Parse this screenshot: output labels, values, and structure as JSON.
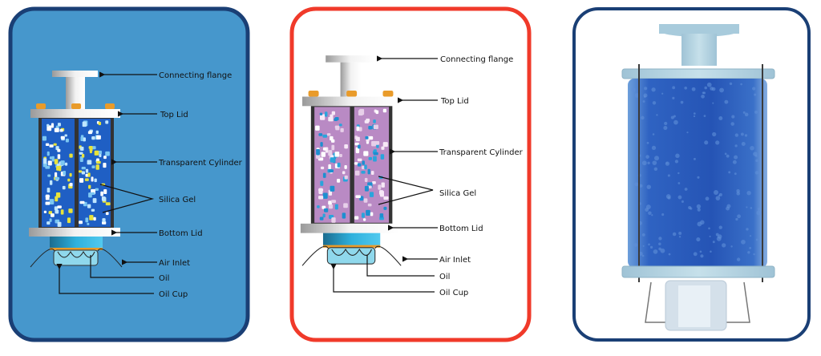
{
  "colors": {
    "panel1_fill": "#4697cc",
    "panel1_border": "#1a3f75",
    "panel2_border": "#f03a2a",
    "panel3_border": "#1a3f75",
    "silica_blue": "#1f5fc4",
    "silica_pink": "#b98ac4",
    "bolt_orange": "#e99b2a"
  },
  "panels": [
    {
      "labels": [
        "Connecting flange",
        "Top Lid",
        "Transparent Cylinder",
        "Silica Gel",
        "Bottom Lid",
        "Air Inlet",
        "Oil",
        "Oil Cup"
      ]
    },
    {
      "labels": [
        "Connecting flange",
        "Top Lid",
        "Transparent Cylinder",
        "Silica Gel",
        "Bottom Lid",
        "Air Inlet",
        "Oil",
        "Oil Cup"
      ]
    }
  ],
  "photo": {
    "icon": "silica-gel-breather-photo"
  }
}
